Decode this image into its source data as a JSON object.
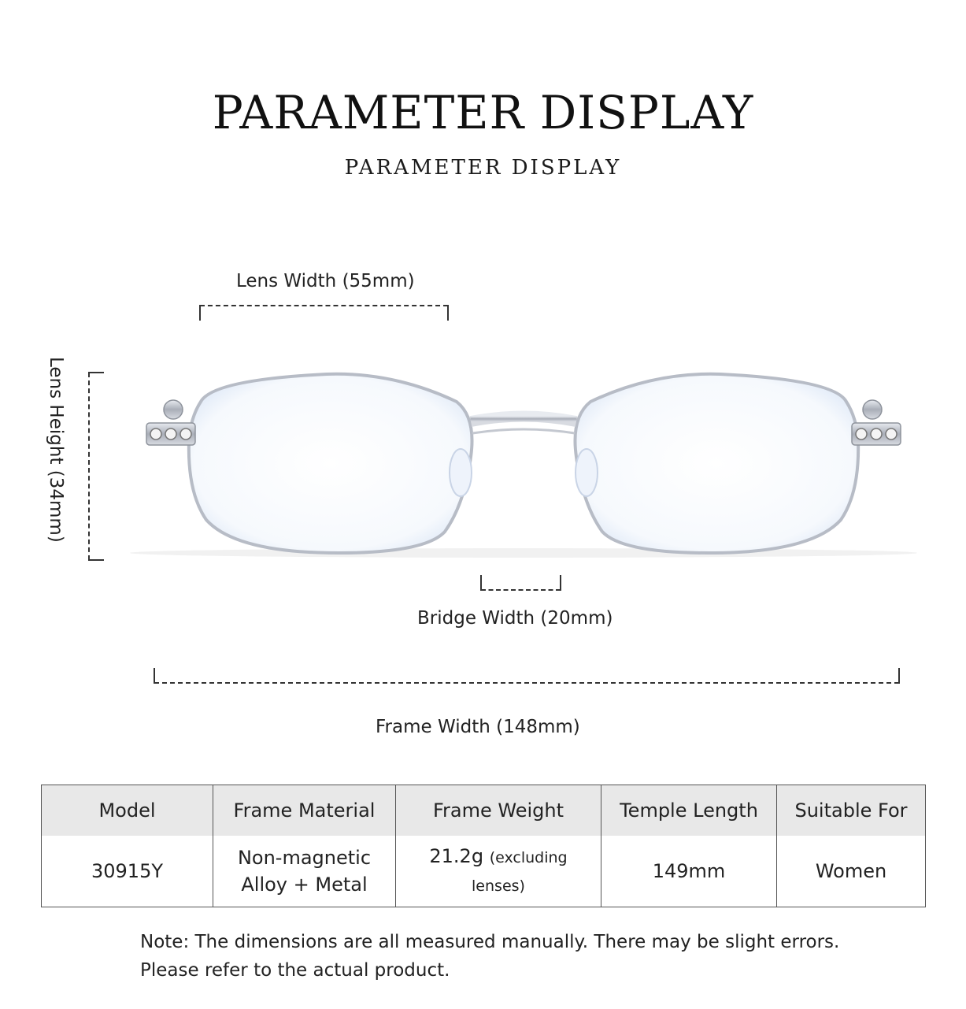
{
  "header": {
    "title": "PARAMETER DISPLAY",
    "subtitle": "PARAMETER DISPLAY"
  },
  "dimensions": {
    "lens_width": "Lens Width (55mm)",
    "lens_height": "Lens Height (34mm)",
    "bridge_width": "Bridge Width (20mm)",
    "frame_width": "Frame Width (148mm)"
  },
  "table": {
    "headers": [
      "Model",
      "Frame Material",
      "Frame Weight",
      "Temple Length",
      "Suitable For"
    ],
    "model": "30915Y",
    "material_line1": "Non-magnetic",
    "material_line2": "Alloy + Metal",
    "weight_value": "21.2g",
    "weight_note": "(excluding lenses)",
    "temple_length": "149mm",
    "suitable_for": "Women"
  },
  "note": {
    "line1": "Note: The dimensions are all measured manually. There may be slight errors.",
    "line2": "Please refer to the actual product."
  },
  "colors": {
    "frame": "#b7bcc6",
    "lens_tint": "#dfe9f7",
    "header_bg": "#e8e8e8"
  }
}
